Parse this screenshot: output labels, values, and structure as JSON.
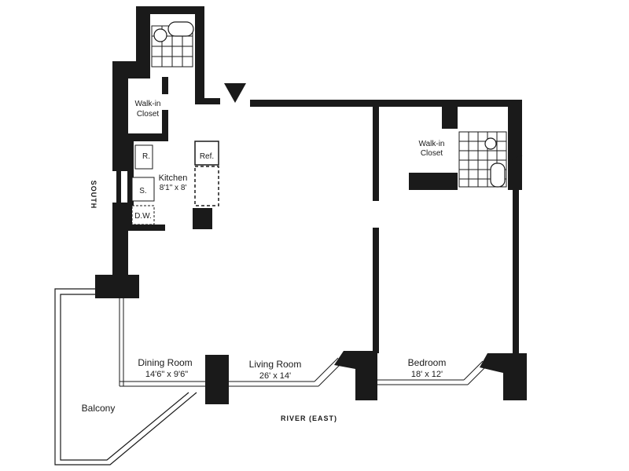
{
  "plan": {
    "rooms": {
      "walkin_closet_1": {
        "line1": "Walk-in",
        "line2": "Closet"
      },
      "walkin_closet_2": {
        "line1": "Walk-in",
        "line2": "Closet"
      },
      "kitchen": {
        "name": "Kitchen",
        "dims": "8'1\" x 8'"
      },
      "dining": {
        "name": "Dining Room",
        "dims": "14'6\" x 9'6\""
      },
      "living": {
        "name": "Living Room",
        "dims": "26' x 14'"
      },
      "bedroom": {
        "name": "Bedroom",
        "dims": "18' x 12'"
      },
      "balcony": {
        "name": "Balcony"
      }
    },
    "fixtures": {
      "refrigerator": "Ref.",
      "range": "R.",
      "sink": "S.",
      "dishwasher": "D.W."
    },
    "orientation": {
      "south": "SOUTH",
      "east": "RIVER (EAST)"
    }
  }
}
